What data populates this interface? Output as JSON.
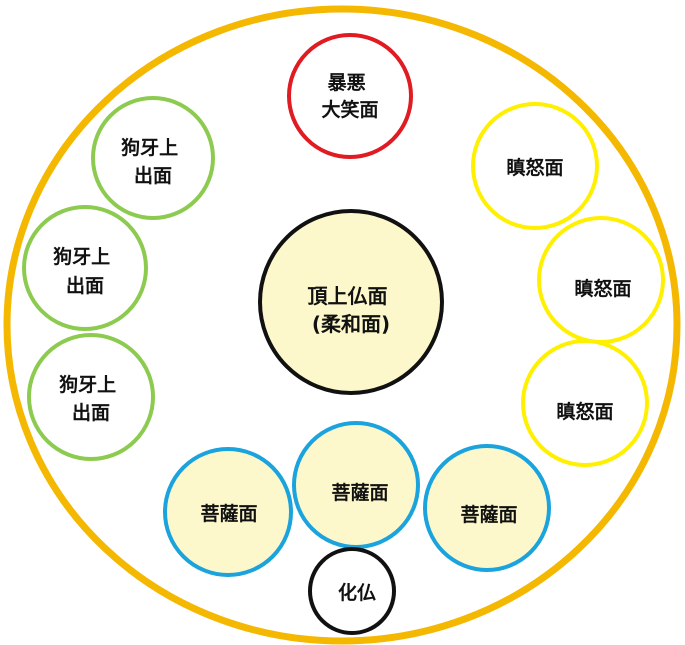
{
  "colors": {
    "outer_ring": "#F5B800",
    "boar_tusk": "#8DCB50",
    "wrathful": "#FFF000",
    "compassionate": "#1AA3DD",
    "laughing": "#E01B22",
    "center": "#111111",
    "buddha": "#111111",
    "pale_fill": "#FDF8CB",
    "white_fill": "#FFFFFF"
  },
  "nodes": {
    "laughing": {
      "lines": [
        "暴悪",
        "大笑面"
      ]
    },
    "center": {
      "lines": [
        "頂上仏面",
        "(柔和面)"
      ]
    },
    "boar1": {
      "lines": [
        "狗牙上",
        "出面"
      ]
    },
    "boar2": {
      "lines": [
        "狗牙上",
        "出面"
      ]
    },
    "boar3": {
      "lines": [
        "狗牙上",
        "出面"
      ]
    },
    "wrath1": {
      "lines": [
        "瞋怒面"
      ]
    },
    "wrath2": {
      "lines": [
        "瞋怒面"
      ]
    },
    "wrath3": {
      "lines": [
        "瞋怒面"
      ]
    },
    "bodhi1": {
      "lines": [
        "菩薩面"
      ]
    },
    "bodhi2": {
      "lines": [
        "菩薩面"
      ]
    },
    "bodhi3": {
      "lines": [
        "菩薩面"
      ]
    },
    "buddha": {
      "lines": [
        "化仏"
      ]
    }
  }
}
